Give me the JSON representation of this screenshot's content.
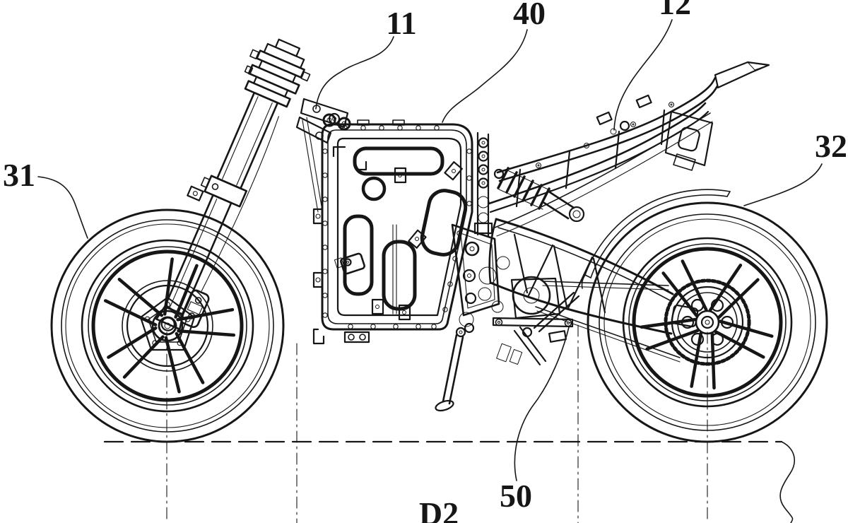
{
  "figure": {
    "colors": {
      "background": "#ffffff",
      "ink": "#161616"
    },
    "reference_labels": {
      "ref11": "11",
      "ref40": "40",
      "ref12": "12",
      "ref31": "31",
      "ref32": "32",
      "ref50": "50"
    },
    "dimension_labels": {
      "d2": "D2"
    }
  }
}
